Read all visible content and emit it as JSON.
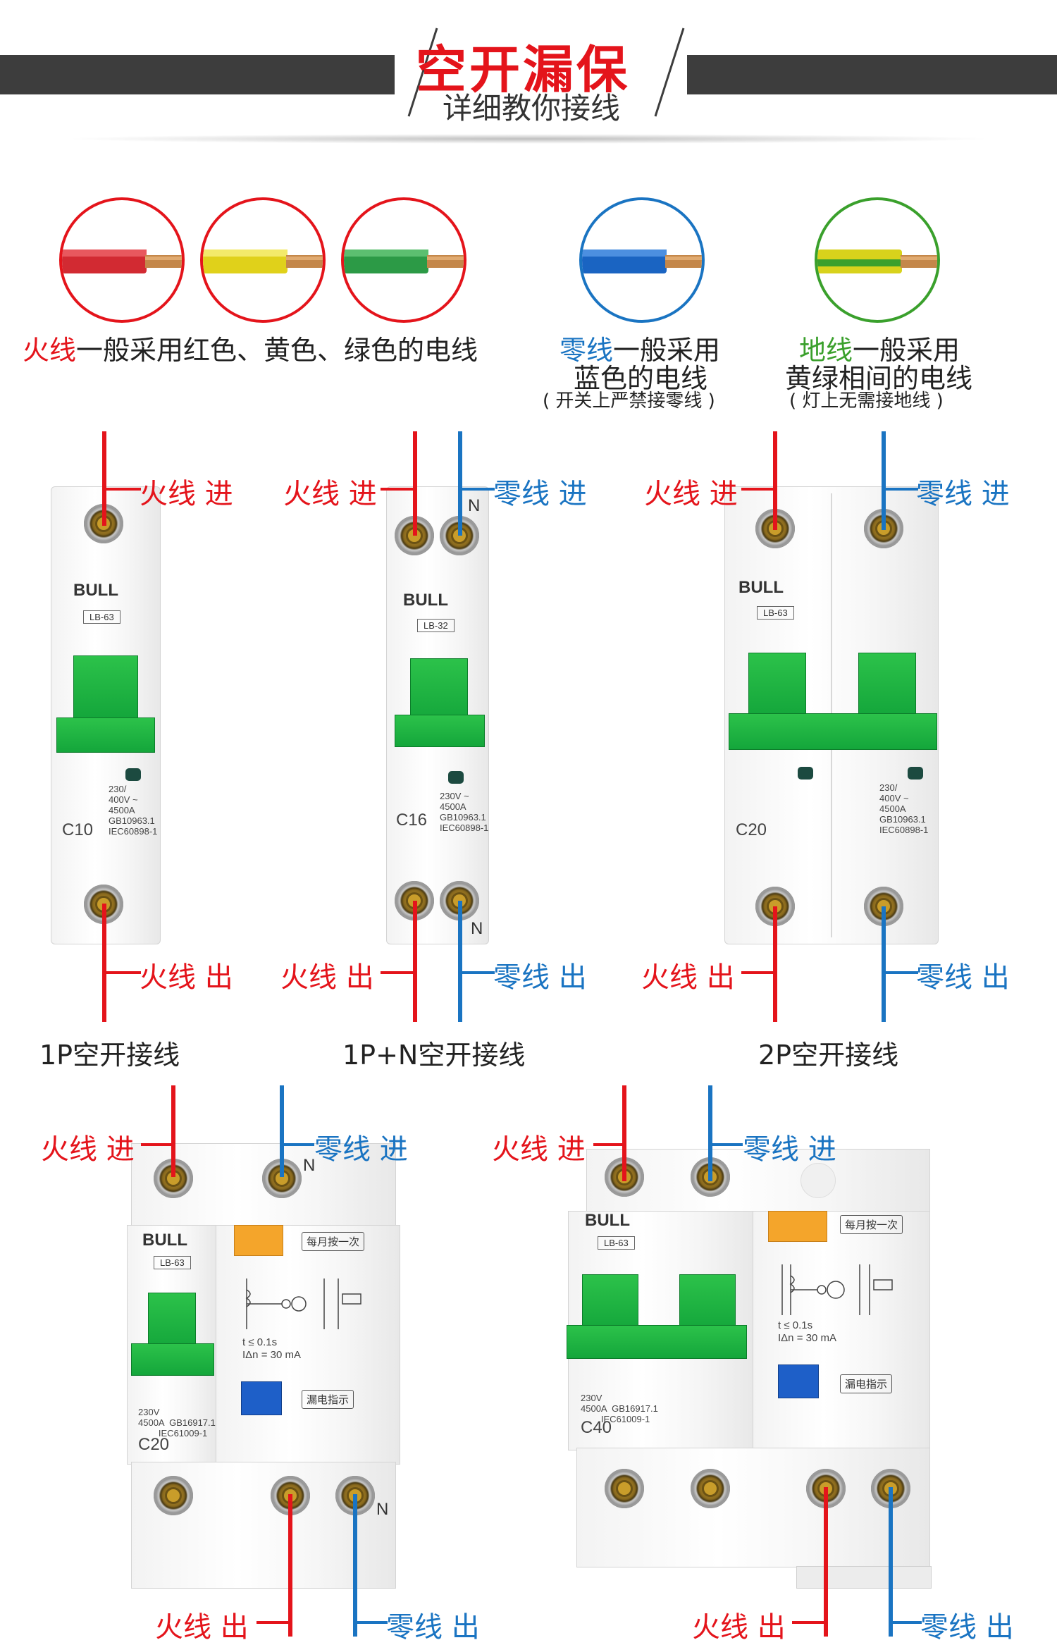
{
  "header": {
    "title": "空开漏保",
    "subtitle": "详细教你接线"
  },
  "colors": {
    "live": "#e4141b",
    "neutral": "#1a74c2",
    "earth": "#3aa02c",
    "header_bar": "#3d3d3d"
  },
  "wire_guide": {
    "live": {
      "keyword": "火线",
      "text": "一般采用红色、黄色、绿色的电线",
      "wire_colors": [
        "red",
        "yellow",
        "green"
      ]
    },
    "neutral": {
      "keyword": "零线",
      "line1_rest": "一般采用",
      "line2": "蓝色的电线",
      "note": "( 开关上严禁接零线 )"
    },
    "earth": {
      "keyword": "地线",
      "line1_rest": "一般采用",
      "line2": "黄绿相间的电线",
      "note": "( 灯上无需接地线 )"
    }
  },
  "labels": {
    "live_in": "火线 进",
    "live_out": "火线 出",
    "neutral_in": "零线 进",
    "neutral_out": "零线 出"
  },
  "breakers": [
    {
      "caption": "1P空开接线",
      "brand": "BULL",
      "model": "LB-63",
      "rating": "C10",
      "spec": "230/\n400V ~\n4500A\nGB10963.1\nIEC60898-1"
    },
    {
      "caption": "1P+N空开接线",
      "brand": "BULL",
      "model": "LB-32",
      "rating": "C16",
      "spec": "230V ~\n4500A\nGB10963.1\nIEC60898-1",
      "n_mark": "N"
    },
    {
      "caption": "2P空开接线",
      "brand": "BULL",
      "model": "LB-63",
      "rating": "C20",
      "spec": "230/\n400V ~\n4500A\nGB10963.1\nIEC60898-1"
    },
    {
      "brand": "BULL",
      "model": "LB-63",
      "rating": "C20",
      "spec": "230V\n4500A  GB16917.1\n        IEC61009-1",
      "n_mark": "N",
      "test_tag": "每月按一次",
      "leak_tag": "漏电指示",
      "trip_spec": "t ≤ 0.1s\nIΔn = 30 mA"
    },
    {
      "brand": "BULL",
      "model": "LB-63",
      "rating": "C40",
      "spec": "230V\n4500A  GB16917.1\n        IEC61009-1",
      "test_tag": "每月按一次",
      "leak_tag": "漏电指示",
      "trip_spec": "t ≤ 0.1s\nIΔn = 30 mA"
    }
  ]
}
